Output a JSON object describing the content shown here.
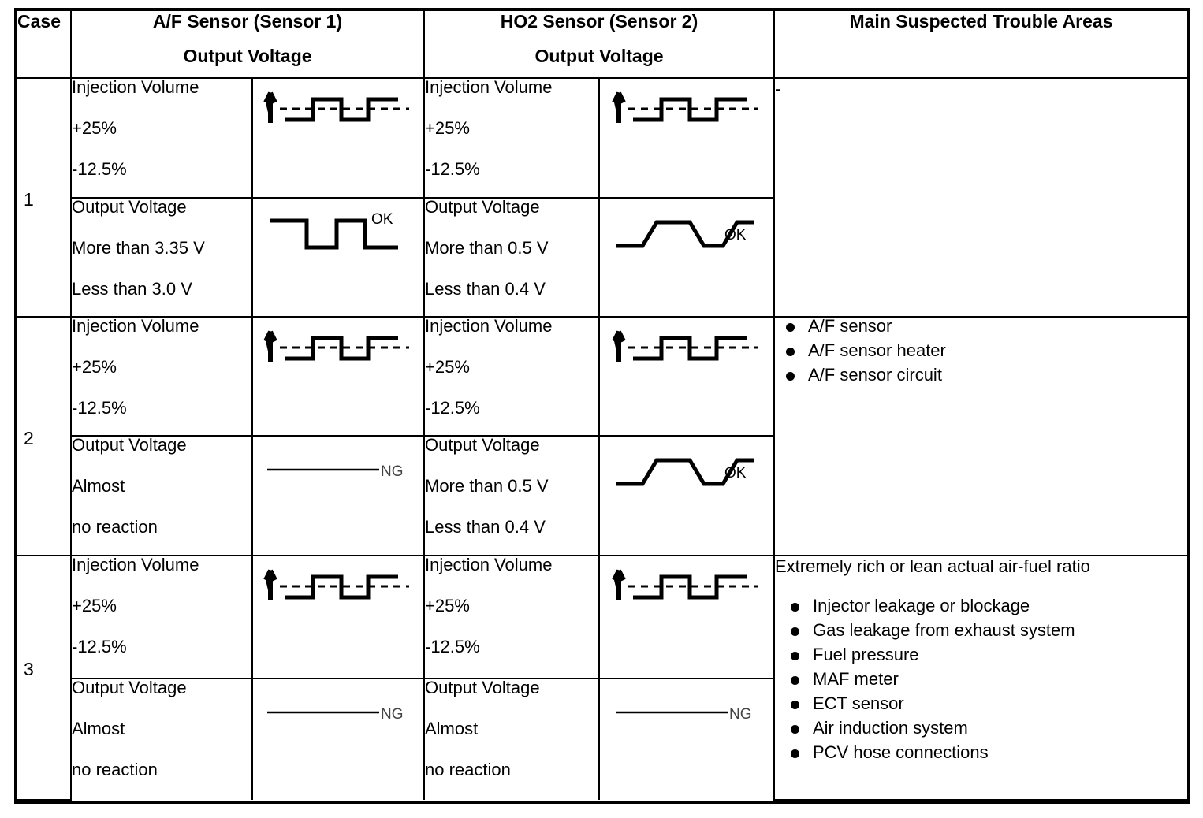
{
  "header": {
    "case_label": "Case",
    "af_sensor_line1": "A/F Sensor (Sensor 1)",
    "af_sensor_line2": "Output Voltage",
    "ho2_sensor_line1": "HO2 Sensor (Sensor 2)",
    "ho2_sensor_line2": "Output Voltage",
    "trouble_areas": "Main Suspected Trouble Areas"
  },
  "labels": {
    "injection_volume": "Injection Volume",
    "plus_25": "+25%",
    "minus_12_5": "-12.5%",
    "output_voltage": "Output Voltage",
    "ok": "OK",
    "ng": "NG"
  },
  "cases": [
    {
      "number": "1",
      "af_injection": {
        "line1": "Injection Volume",
        "line2": "+25%",
        "line3": "-12.5%",
        "waveform": "square-wave-with-arrow"
      },
      "ho2_injection": {
        "line1": "Injection Volume",
        "line2": "+25%",
        "line3": "-12.5%",
        "waveform": "square-wave-with-arrow"
      },
      "af_output": {
        "line1": "Output Voltage",
        "line2": "More than 3.35 V",
        "line3": "Less than 3.0 V",
        "waveform": "square-wave-ok",
        "waveform_label": "OK"
      },
      "ho2_output": {
        "line1": "Output Voltage",
        "line2": "More than 0.5 V",
        "line3": "Less than 0.4 V",
        "waveform": "trapezoid-wave-ok",
        "waveform_label": "OK"
      },
      "trouble": {
        "dash": "-",
        "lead": "",
        "items": []
      }
    },
    {
      "number": "2",
      "af_injection": {
        "line1": "Injection Volume",
        "line2": "+25%",
        "line3": "-12.5%",
        "waveform": "square-wave-with-arrow"
      },
      "ho2_injection": {
        "line1": "Injection Volume",
        "line2": "+25%",
        "line3": "-12.5%",
        "waveform": "square-wave-with-arrow"
      },
      "af_output": {
        "line1": "Output Voltage",
        "line2": "Almost",
        "line3": "no reaction",
        "waveform": "flat-line-ng",
        "waveform_label": "NG"
      },
      "ho2_output": {
        "line1": "Output Voltage",
        "line2": "More than 0.5 V",
        "line3": "Less than 0.4 V",
        "waveform": "trapezoid-wave-ok",
        "waveform_label": "OK"
      },
      "trouble": {
        "dash": "",
        "lead": "",
        "items": [
          "A/F sensor",
          "A/F sensor heater",
          "A/F sensor circuit"
        ]
      }
    },
    {
      "number": "3",
      "af_injection": {
        "line1": "Injection Volume",
        "line2": "+25%",
        "line3": "-12.5%",
        "waveform": "square-wave-with-arrow"
      },
      "ho2_injection": {
        "line1": "Injection Volume",
        "line2": "+25%",
        "line3": "-12.5%",
        "waveform": "square-wave-with-arrow"
      },
      "af_output": {
        "line1": "Output Voltage",
        "line2": "Almost",
        "line3": "no reaction",
        "waveform": "flat-line-ng",
        "waveform_label": "NG"
      },
      "ho2_output": {
        "line1": "Output Voltage",
        "line2": "Almost",
        "line3": "no reaction",
        "waveform": "flat-line-ng",
        "waveform_label": "NG"
      },
      "trouble": {
        "dash": "",
        "lead": "Extremely rich or lean actual air-fuel ratio",
        "items": [
          "Injector leakage or blockage",
          "Gas leakage from exhaust system",
          "Fuel pressure",
          "MAF meter",
          "ECT sensor",
          "Air induction system",
          "PCV hose connections"
        ]
      }
    }
  ],
  "colors": {
    "border": "#000000",
    "text": "#000000",
    "background": "#ffffff",
    "waveform": "#000000",
    "thin_line": "#333333"
  }
}
